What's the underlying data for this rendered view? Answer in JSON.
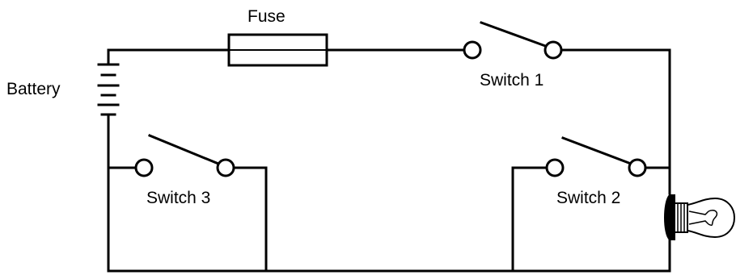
{
  "labels": {
    "fuse": "Fuse",
    "battery": "Battery",
    "switch1": "Switch 1",
    "switch2": "Switch 2",
    "switch3": "Switch 3"
  },
  "colors": {
    "line": "#000000",
    "background": "#ffffff"
  }
}
